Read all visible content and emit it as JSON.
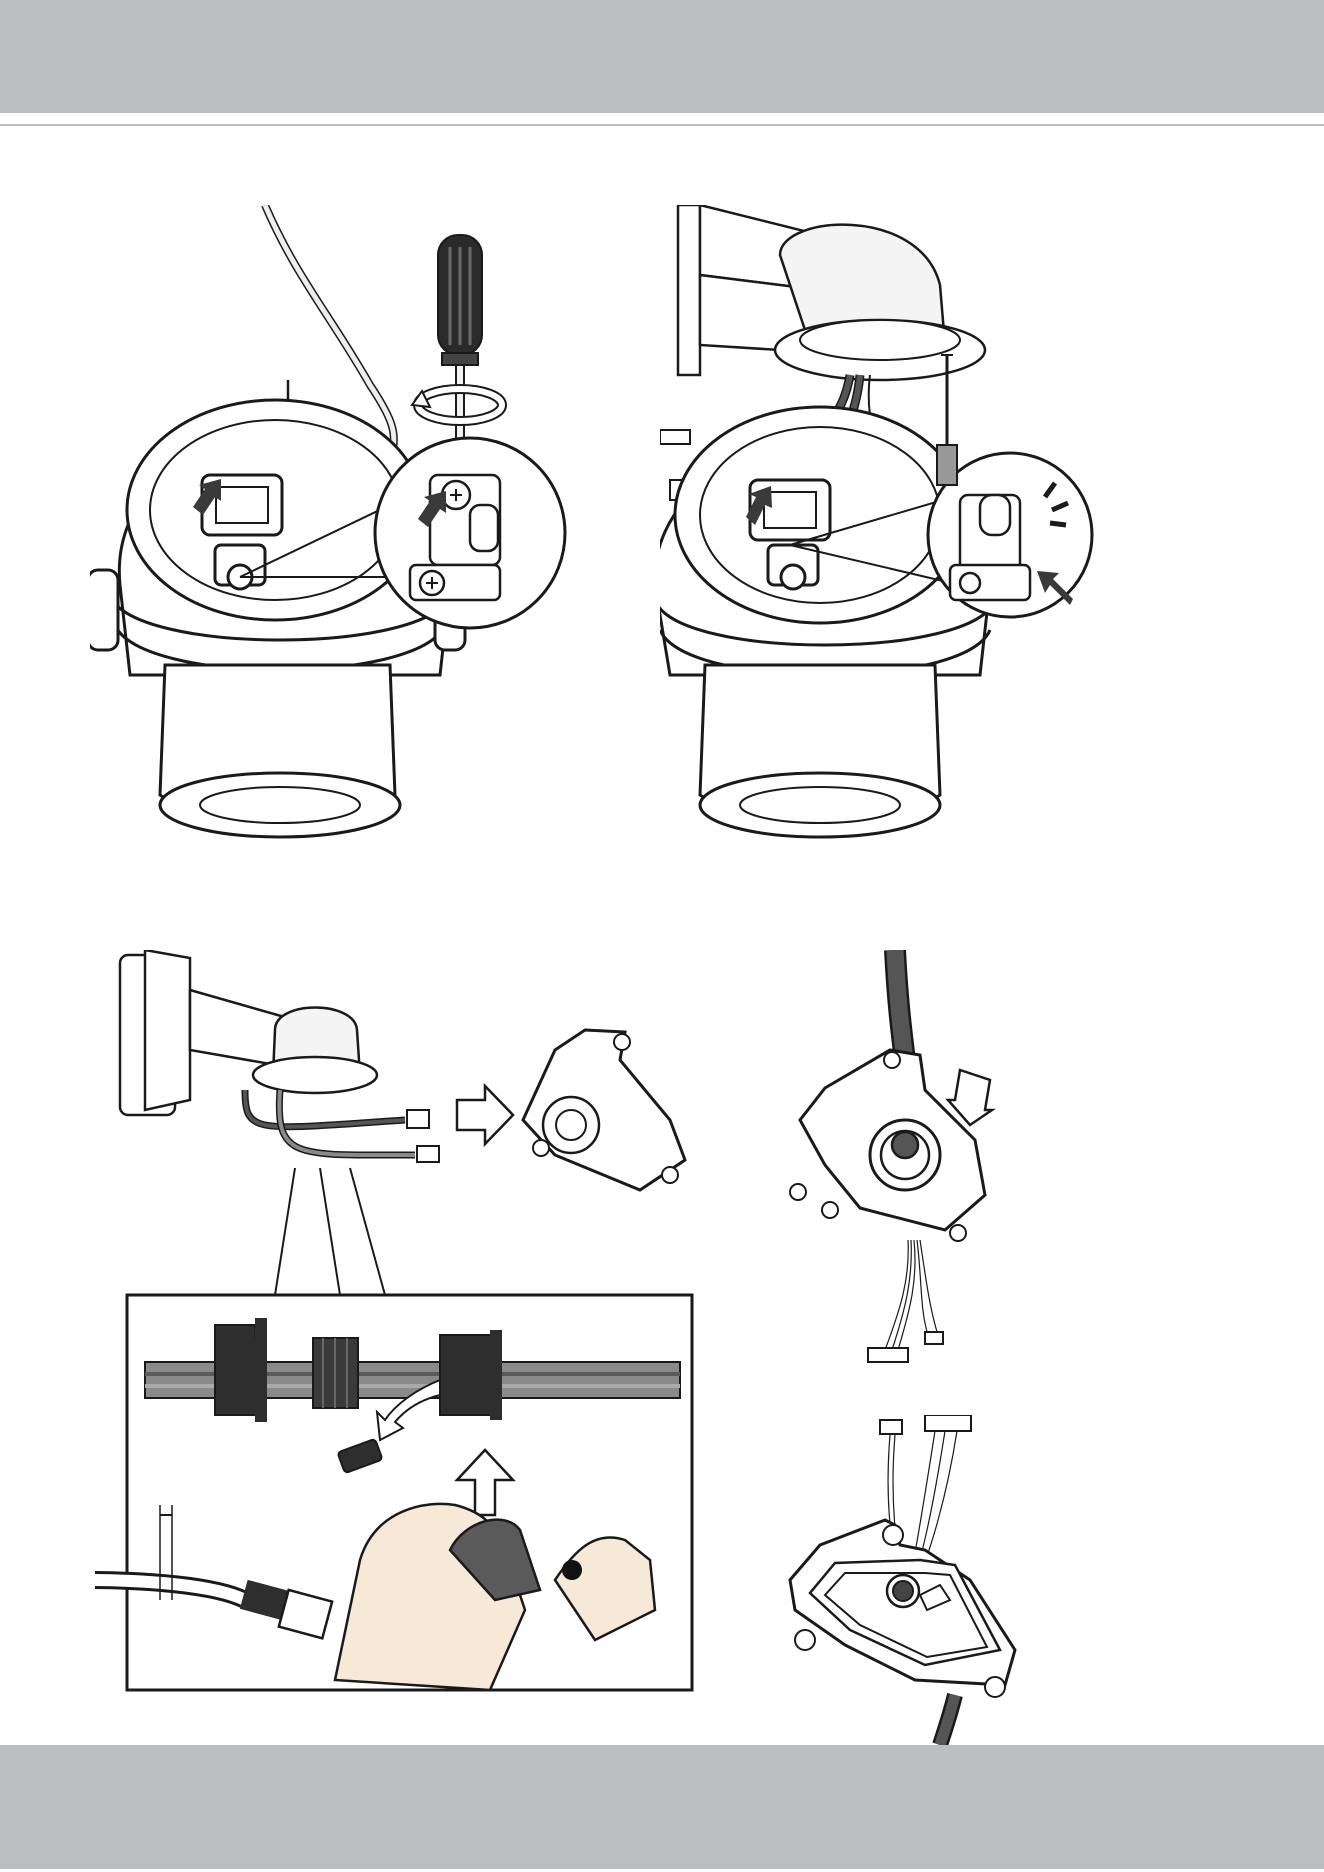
{
  "page": {
    "colors": {
      "band": "#bcbdbf",
      "ink": "#1a1a1a",
      "cable_grey": "#8a8a8a",
      "dark_cable": "#555555",
      "arrow_dark": "#3a3a3a",
      "skin": "#f6e9d8",
      "ground_wire": "#eeeeee"
    }
  },
  "figures": [
    {
      "id": "step-ground-screw",
      "icons": [
        "ground-symbol-icon",
        "screwdriver-icon",
        "rotate-arrow-icon",
        "ground-wire-icon",
        "push-arrow-icon"
      ]
    },
    {
      "id": "step-attach-cable",
      "icons": [
        "wall-mount-arm-icon",
        "push-arrow-icon",
        "click-snap-icon"
      ]
    },
    {
      "id": "step-gland-assembly",
      "icons": [
        "wall-bracket-icon",
        "outline-arrow-icon",
        "rj45-connector-icon",
        "hand-icon"
      ]
    },
    {
      "id": "step-cable-plate",
      "icons": [
        "outline-arrow-icon",
        "cable-gland-plate-icon"
      ]
    },
    {
      "id": "step-plate-back",
      "icons": [
        "gasket-plate-icon",
        "wire-bundle-icon"
      ]
    }
  ]
}
